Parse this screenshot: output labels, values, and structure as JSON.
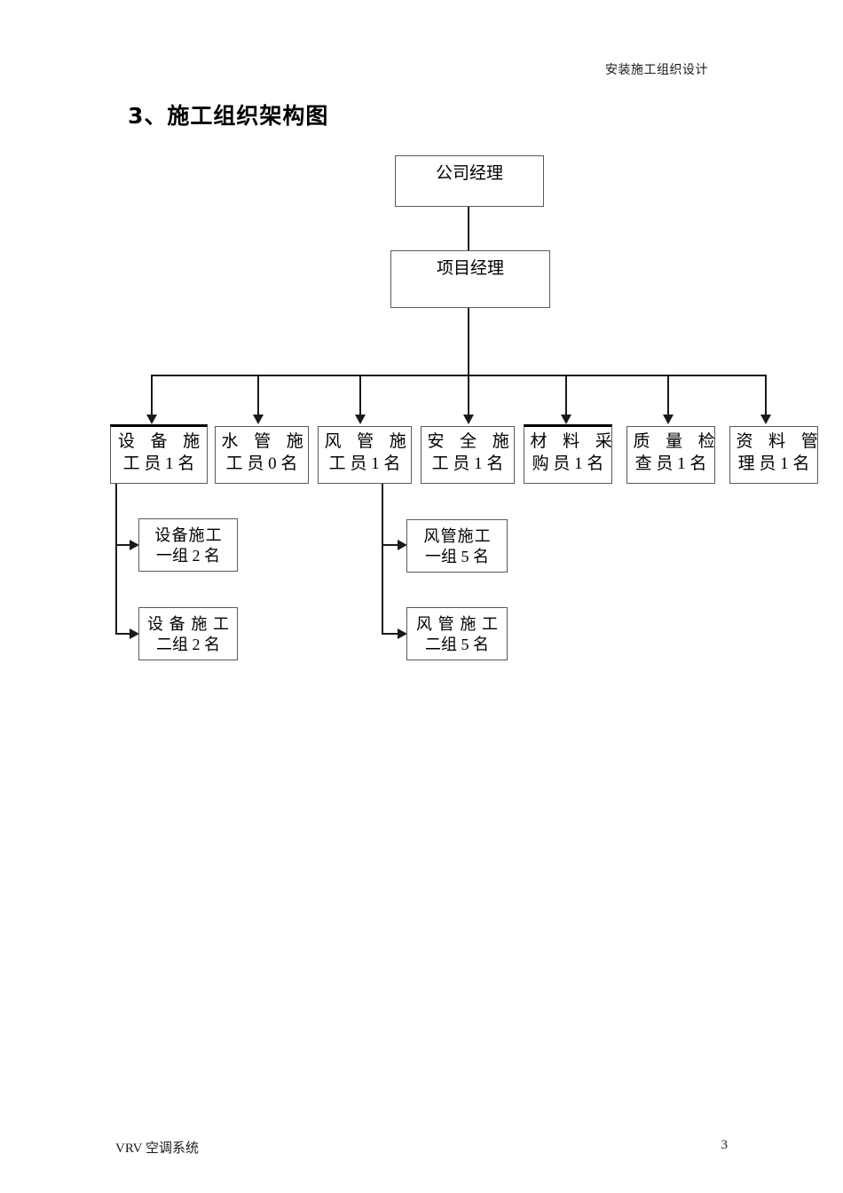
{
  "document": {
    "header_title": "安装施工组织设计",
    "section_title": "3、施工组织架构图",
    "footer_left": "VRV 空调系统",
    "footer_page": "3"
  },
  "colors": {
    "ink": "#000000",
    "line": "#1a1a1a",
    "box_border": "#5a5a5a",
    "page_bg": "#ffffff"
  },
  "chart_data": {
    "type": "diagram",
    "title": "3、施工组织架构图",
    "orientation": "top-down org chart",
    "nodes": [
      {
        "id": "company-manager",
        "label": "公司经理",
        "lines": [
          "公司经理"
        ],
        "level": 0
      },
      {
        "id": "project-manager",
        "label": "项目经理",
        "lines": [
          "项目经理"
        ],
        "level": 1
      },
      {
        "id": "equipment-worker",
        "label": "设备施工员1名",
        "lines": [
          "设 备 施",
          "工 员 1 名"
        ],
        "level": 2,
        "count": 1
      },
      {
        "id": "water-pipe-worker",
        "label": "水管施工员0名",
        "lines": [
          "水 管 施",
          "工 员 0 名"
        ],
        "level": 2,
        "count": 0
      },
      {
        "id": "air-duct-worker",
        "label": "风管施工员1名",
        "lines": [
          "风 管 施",
          "工 员 1 名"
        ],
        "level": 2,
        "count": 1
      },
      {
        "id": "safety-worker",
        "label": "安全施工员1名",
        "lines": [
          "安 全 施",
          "工 员 1 名"
        ],
        "level": 2,
        "count": 1
      },
      {
        "id": "material-buyer",
        "label": "材料采购员1名",
        "lines": [
          "材 料 采",
          "购 员 1 名"
        ],
        "level": 2,
        "count": 1
      },
      {
        "id": "quality-inspector",
        "label": "质量检查员1名",
        "lines": [
          "质 量 检",
          "查 员 1 名"
        ],
        "level": 2,
        "count": 1
      },
      {
        "id": "data-manager",
        "label": "资料管理员1名",
        "lines": [
          "资 料 管",
          "理 员 1 名"
        ],
        "level": 2,
        "count": 1
      },
      {
        "id": "equipment-group-1",
        "label": "设备施工一组2名",
        "lines": [
          "设备施工",
          "一组 2 名"
        ],
        "level": 3,
        "count": 2
      },
      {
        "id": "equipment-group-2",
        "label": "设备施工二组2名",
        "lines": [
          "设 备 施 工",
          "二组 2 名"
        ],
        "level": 3,
        "count": 2
      },
      {
        "id": "air-duct-group-1",
        "label": "风管施工一组5名",
        "lines": [
          "风管施工",
          "一组 5 名"
        ],
        "level": 3,
        "count": 5
      },
      {
        "id": "air-duct-group-2",
        "label": "风管施工二组5名",
        "lines": [
          "风 管 施 工",
          "二组 5 名"
        ],
        "level": 3,
        "count": 5
      }
    ],
    "edges": [
      {
        "from": "company-manager",
        "to": "project-manager"
      },
      {
        "from": "project-manager",
        "to": "equipment-worker"
      },
      {
        "from": "project-manager",
        "to": "water-pipe-worker"
      },
      {
        "from": "project-manager",
        "to": "air-duct-worker"
      },
      {
        "from": "project-manager",
        "to": "safety-worker"
      },
      {
        "from": "project-manager",
        "to": "material-buyer"
      },
      {
        "from": "project-manager",
        "to": "quality-inspector"
      },
      {
        "from": "project-manager",
        "to": "data-manager"
      },
      {
        "from": "equipment-worker",
        "to": "equipment-group-1"
      },
      {
        "from": "equipment-worker",
        "to": "equipment-group-2"
      },
      {
        "from": "air-duct-worker",
        "to": "air-duct-group-1"
      },
      {
        "from": "air-duct-worker",
        "to": "air-duct-group-2"
      }
    ]
  }
}
